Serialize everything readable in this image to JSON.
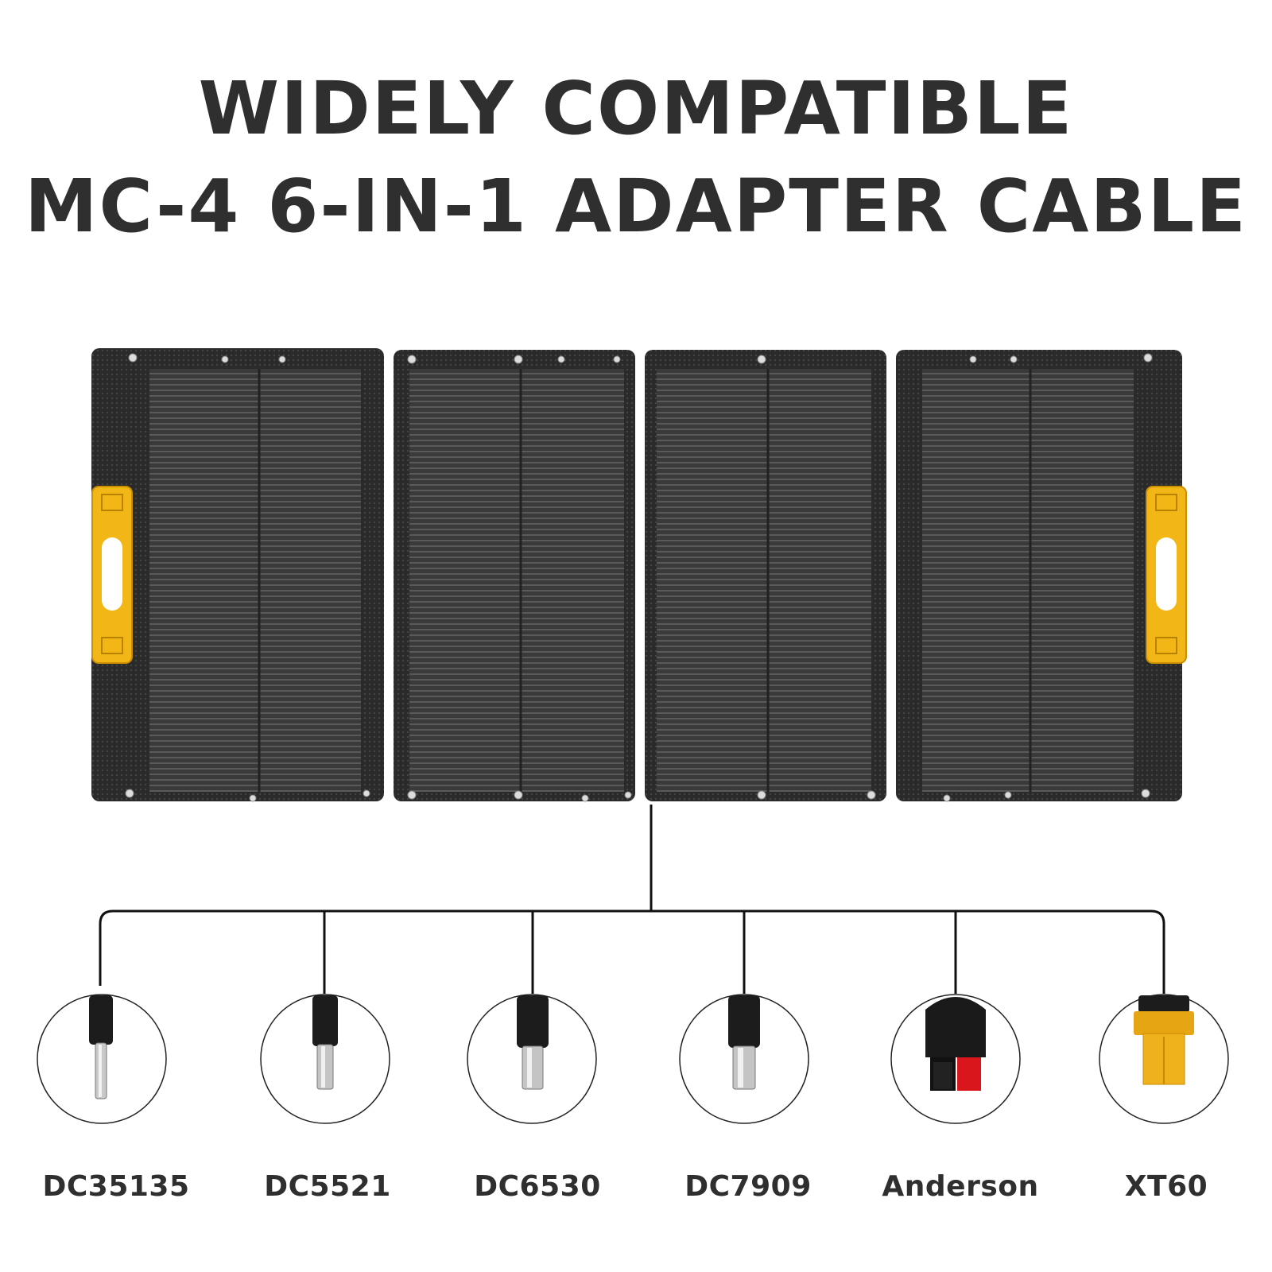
{
  "title": {
    "line1": "WIDELY COMPATIBLE",
    "line2": "MC-4 6-IN-1 ADAPTER CABLE"
  },
  "connectors": [
    {
      "label": "DC35135",
      "icon": "dc35135-plug-icon"
    },
    {
      "label": "DC5521",
      "icon": "dc5521-plug-icon"
    },
    {
      "label": "DC6530",
      "icon": "dc6530-plug-icon"
    },
    {
      "label": "DC7909",
      "icon": "dc7909-plug-icon"
    },
    {
      "label": "Anderson",
      "icon": "anderson-plug-icon"
    },
    {
      "label": "XT60",
      "icon": "xt60-plug-icon"
    }
  ],
  "colors": {
    "title": "#2f2f2f",
    "panel": "#2b2b2b",
    "handle": "#f2b716",
    "cable": "#111111"
  }
}
